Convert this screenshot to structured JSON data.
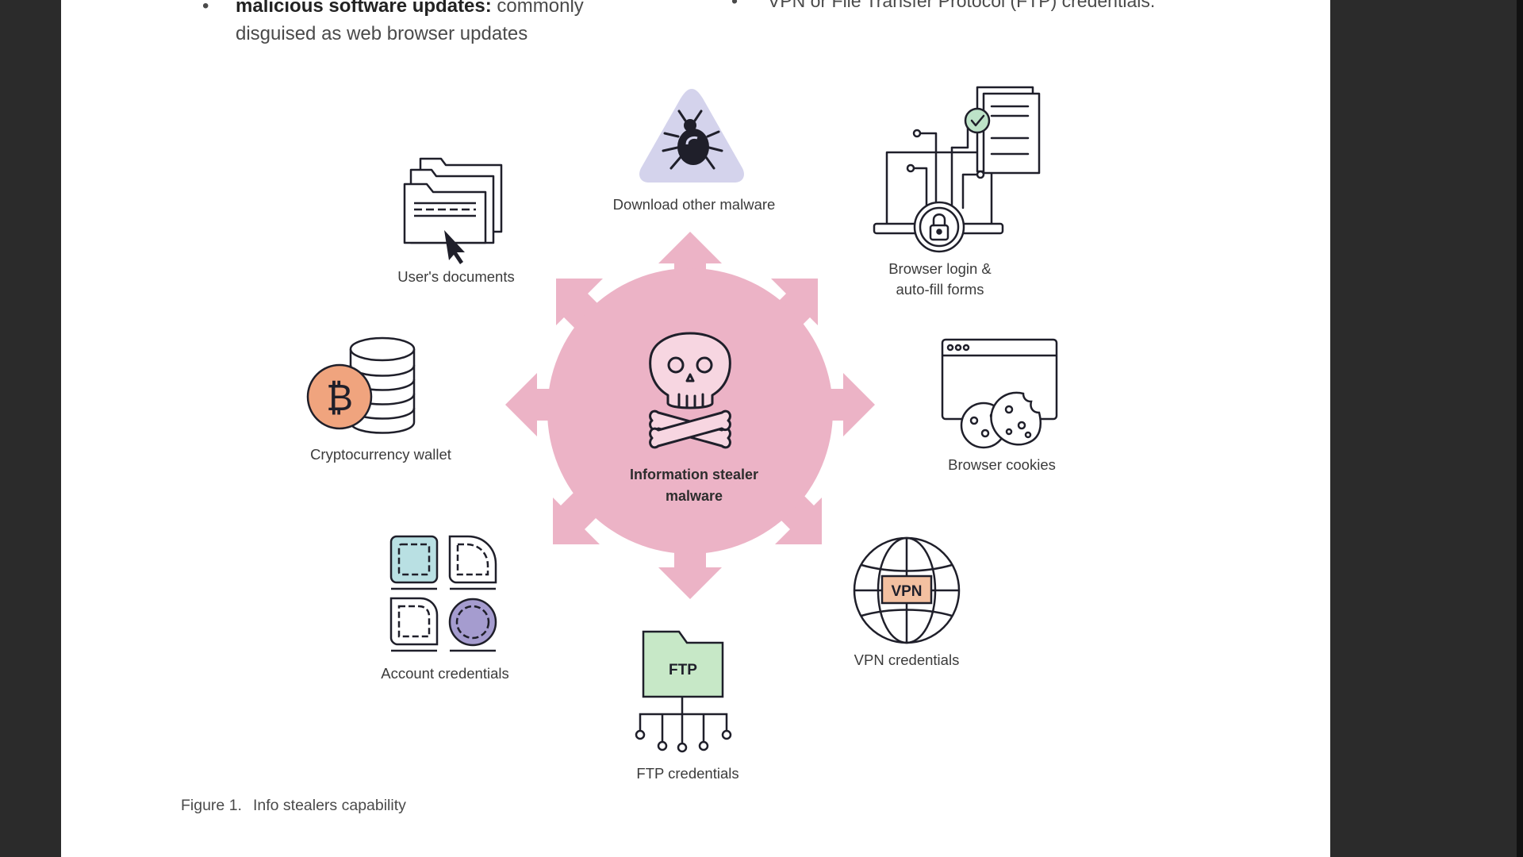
{
  "page": {
    "bullets": [
      {
        "bold": "malicious software updates:",
        "text": " commonly",
        "continuation": "disguised as web browser updates"
      },
      {
        "bold": "",
        "text": "VPN or File Transfer Protocol (FTP) credentials.",
        "continuation": ""
      }
    ]
  },
  "diagram": {
    "center_title_line1": "Information stealer",
    "center_title_line2": "malware",
    "nodes": [
      {
        "id": "download-malware",
        "label": "Download other malware",
        "icon": "bug-warning-icon"
      },
      {
        "id": "users-documents",
        "label": "User's documents",
        "icon": "documents-folder-icon"
      },
      {
        "id": "browser-login",
        "label_line1": "Browser login &",
        "label_line2": "auto-fill forms",
        "icon": "browser-login-icon"
      },
      {
        "id": "crypto-wallet",
        "label": "Cryptocurrency wallet",
        "icon": "bitcoin-wallet-icon"
      },
      {
        "id": "browser-cookies",
        "label": "Browser cookies",
        "icon": "cookie-browser-icon"
      },
      {
        "id": "account-credentials",
        "label": "Account credentials",
        "icon": "account-credentials-icon"
      },
      {
        "id": "vpn-credentials",
        "label": "VPN credentials",
        "icon": "vpn-globe-icon",
        "badge": "VPN"
      },
      {
        "id": "ftp-credentials",
        "label": "FTP credentials",
        "icon": "ftp-folder-icon",
        "badge": "FTP"
      }
    ],
    "colors": {
      "center": "#ecb3c6",
      "bug_triangle": "#d4d3ec",
      "bitcoin": "#f0a47e",
      "ftp_folder": "#c7e8c7",
      "vpn_badge": "#f3c0a0",
      "account_tile": "#b9e0e3",
      "account_circle": "#a59ccf",
      "check": "#bde3c8"
    }
  },
  "caption": {
    "number": "Figure 1.",
    "text": "Info stealers capability"
  }
}
